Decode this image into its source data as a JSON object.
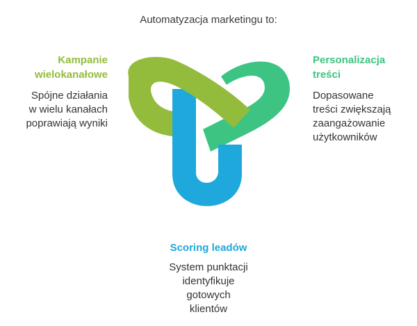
{
  "title": "Automatyzacja marketingu to:",
  "colors": {
    "green_light": "#93BC3C",
    "green": "#3DC482",
    "blue": "#1EA8DB",
    "text": "#333333"
  },
  "items": {
    "left": {
      "heading": [
        "Kampanie",
        "wielokanałowe"
      ],
      "text": [
        "Spójne działania",
        "w wielu kanałach",
        "poprawiają wyniki"
      ]
    },
    "right": {
      "heading": [
        "Personalizacja",
        "treści"
      ],
      "text": [
        "Dopasowane",
        "treści zwiększają",
        "zaangażowanie",
        "użytkowników"
      ]
    },
    "bottom": {
      "heading": [
        "Scoring leadów"
      ],
      "text": [
        "System punktacji",
        "identyfikuje",
        "gotowych",
        "klientów"
      ]
    }
  }
}
